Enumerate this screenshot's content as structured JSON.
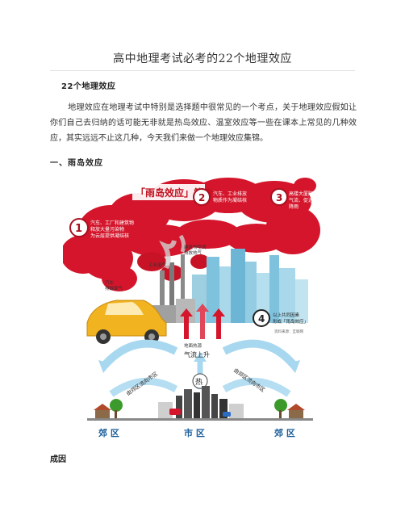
{
  "document": {
    "title": "高中地理考试必考的22个地理效应",
    "section_heading": "22个地理效应",
    "paragraph": "地理效应在地理考试中特别是选择题中很常见的一个考点，关于地理效应假如让你们自己去归纳的话可能无非就是热岛效应、温室效应等一些在课本上常见的几种效应，其实远远不止这几种，今天我们来做一个地理效应集锦。",
    "subsection_heading": "一、雨岛效应",
    "next_heading": "成因"
  },
  "figure": {
    "title": "「雨岛效应」简介",
    "bubble1": [
      "汽车、工厂和建筑物",
      "释放大量污染物",
      "为云层提供凝结核"
    ],
    "bubble2": [
      "汽车、工业排放",
      "物质作为凝结核"
    ],
    "bubble3": [
      "高楼大厦阻挡",
      "气流、促进",
      "降雨"
    ],
    "bubble4": [
      "以上共同因素",
      "形成「雨岛效应」"
    ],
    "label_factory": "工业废气",
    "label_building": "建筑物空调排放热气",
    "label_car": "汽车排放废气",
    "label_ground": "地面热源",
    "source_note": "资料来源：互联网",
    "label_airflow": "气流上升",
    "label_heat": "热",
    "label_left_arrow": "由郊区流向市区",
    "label_right_arrow": "由郊区流向市区",
    "label_suburb_left": "郊 区",
    "label_city": "市 区",
    "label_suburb_right": "郊 区",
    "colors": {
      "cloud": "#d4152b",
      "cloud_dark": "#a8101f",
      "car": "#f2b320",
      "building": "#8fd0e8",
      "arrow": "#a8d8f0",
      "suburb_green": "#3c9a2c"
    }
  }
}
